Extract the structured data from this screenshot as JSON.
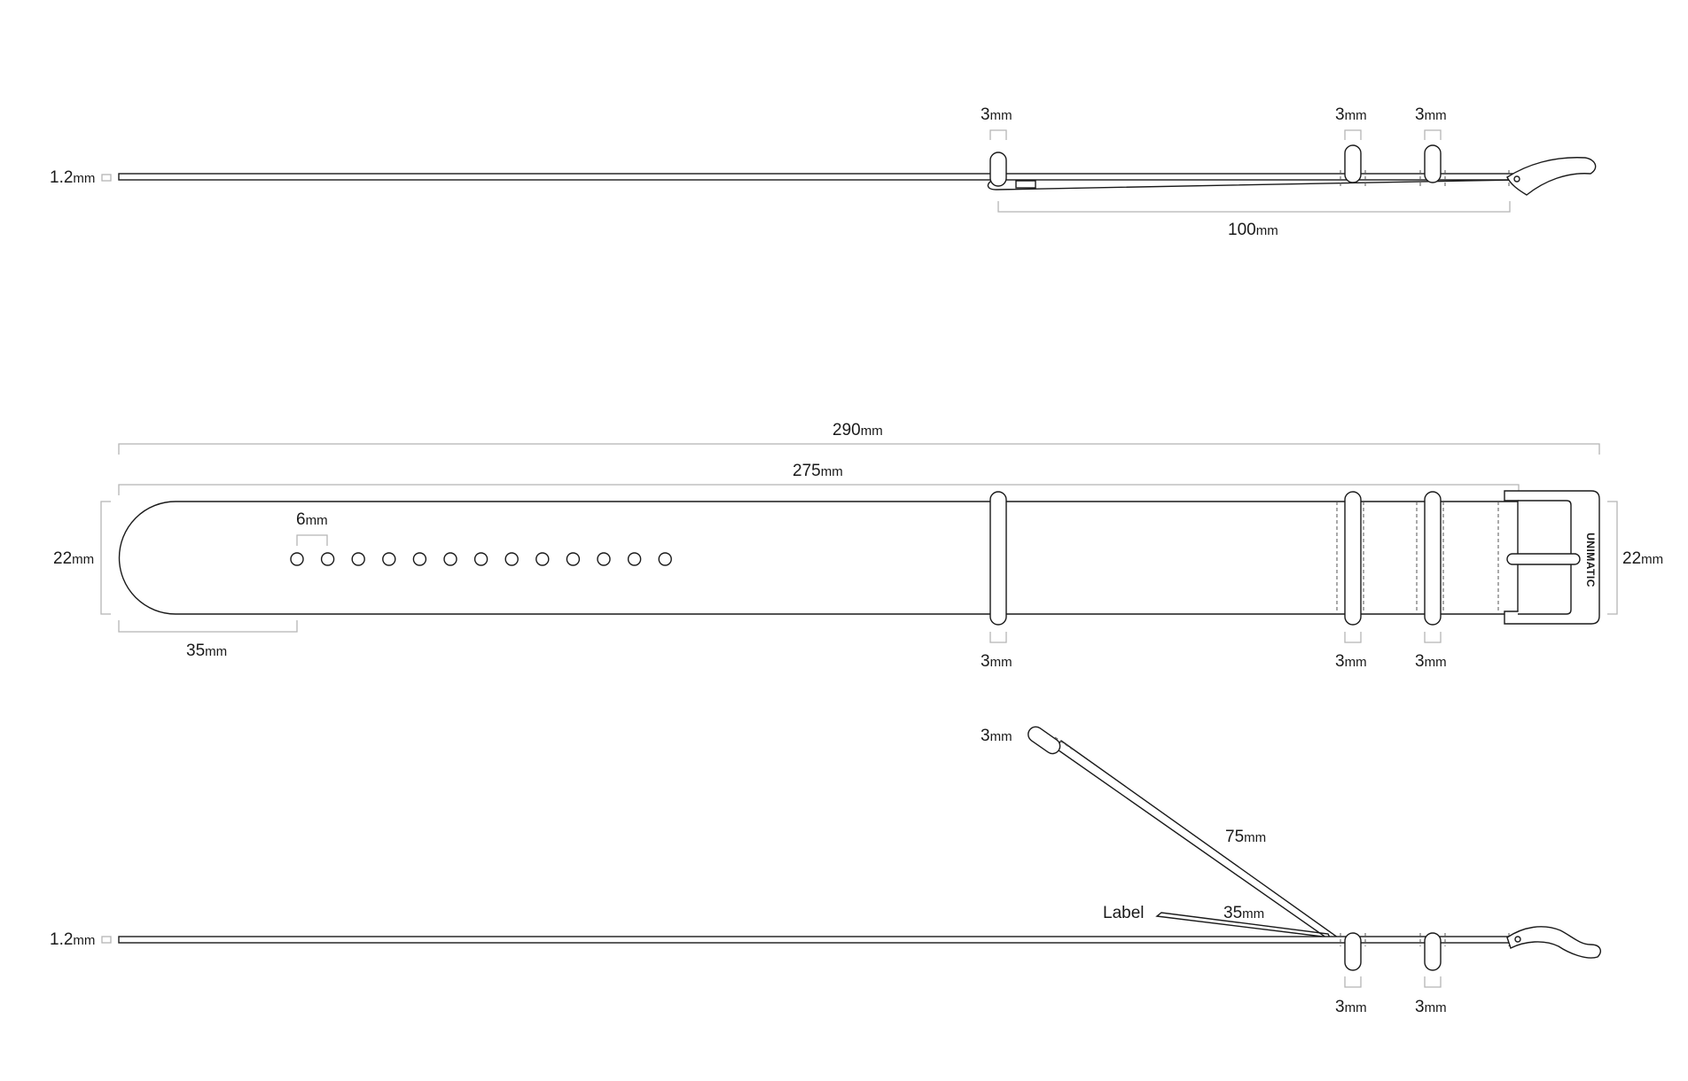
{
  "dimensions": {
    "top_thickness": "1.2",
    "top_keeper1": "3",
    "top_keeper2": "3",
    "top_keeper3": "3",
    "top_fold_length": "100",
    "total_length": "290",
    "strap_length": "275",
    "hole_spacing": "6",
    "left_width": "22",
    "right_width": "22",
    "tip_to_first_hole": "35",
    "mid_keeper1": "3",
    "mid_keeper2": "3",
    "mid_keeper3": "3",
    "bottom_flap_keeper": "3",
    "bottom_flap_length": "75",
    "bottom_label_length": "35",
    "bottom_thickness": "1.2",
    "bottom_keeper1": "3",
    "bottom_keeper2": "3"
  },
  "unit": "mm",
  "label_callout": "Label",
  "brand": "UNIMATIC",
  "hole_count": 13,
  "colors": {
    "line": "#1a1a1a",
    "dimension": "#b5b5b5",
    "background": "#ffffff"
  }
}
